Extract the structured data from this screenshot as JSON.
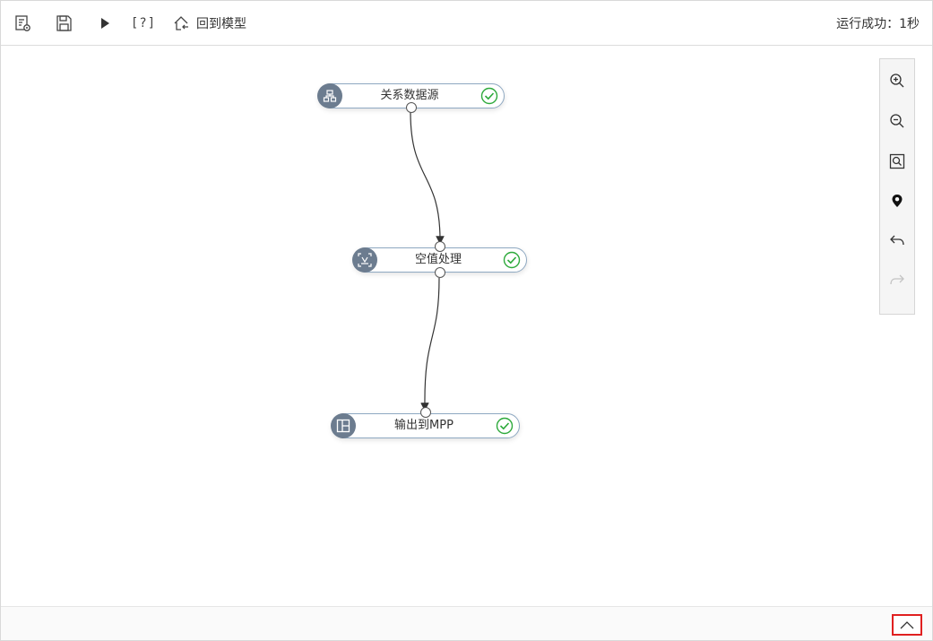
{
  "toolbar": {
    "buttons": [
      {
        "name": "properties",
        "icon": "properties-icon"
      },
      {
        "name": "save",
        "icon": "save-icon"
      },
      {
        "name": "run",
        "icon": "play-icon"
      },
      {
        "name": "help",
        "icon": "help-bracket-icon",
        "label": "[?]"
      }
    ],
    "back_to_model_label": "回到模型",
    "status_text": "运行成功：1秒"
  },
  "flow": {
    "nodes": [
      {
        "id": "source",
        "label": "关系数据源",
        "icon": "database-icon",
        "status": "success"
      },
      {
        "id": "null-handling",
        "label": "空值处理",
        "icon": "variable-icon",
        "status": "success"
      },
      {
        "id": "output",
        "label": "输出到MPP",
        "icon": "layout-icon",
        "status": "success"
      }
    ],
    "edges": [
      {
        "from": "source",
        "to": "null-handling"
      },
      {
        "from": "null-handling",
        "to": "output"
      }
    ]
  },
  "zoom_panel": {
    "tools": [
      "zoom-in-icon",
      "zoom-out-icon",
      "fit-view-icon",
      "locate-icon",
      "undo-icon",
      "redo-icon"
    ],
    "redo_enabled": false
  },
  "bottom_panel": {
    "toggle_icon": "chevron-up-icon"
  },
  "colors": {
    "node_border": "#8fa9c2",
    "node_icon_bg": "#6c7c8f",
    "success": "#2eaa3c",
    "highlight": "#e02020"
  }
}
